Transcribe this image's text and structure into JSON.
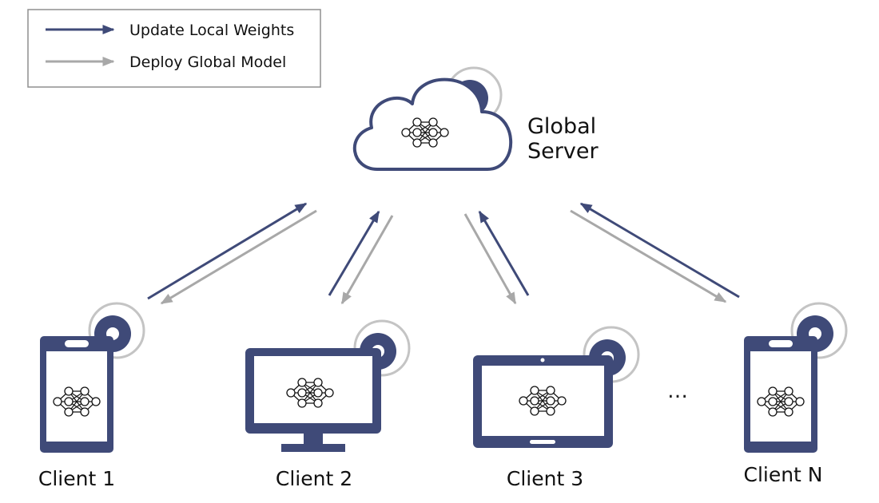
{
  "colors": {
    "update": "#3f4a78",
    "deploy": "#a8a8a8",
    "device": "#3f4a78",
    "ring": "#c4c4c4"
  },
  "legend": {
    "update_label": "Update Local Weights",
    "deploy_label": "Deploy Global Model"
  },
  "server": {
    "label_line1": "Global",
    "label_line2": "Server",
    "icon": "cloud-icon"
  },
  "clients": [
    {
      "label": "Client 1",
      "device": "smartphone-icon"
    },
    {
      "label": "Client 2",
      "device": "desktop-monitor-icon"
    },
    {
      "label": "Client 3",
      "device": "laptop-icon"
    },
    {
      "label": "Client N",
      "device": "smartphone-icon"
    }
  ],
  "ellipsis": "…"
}
